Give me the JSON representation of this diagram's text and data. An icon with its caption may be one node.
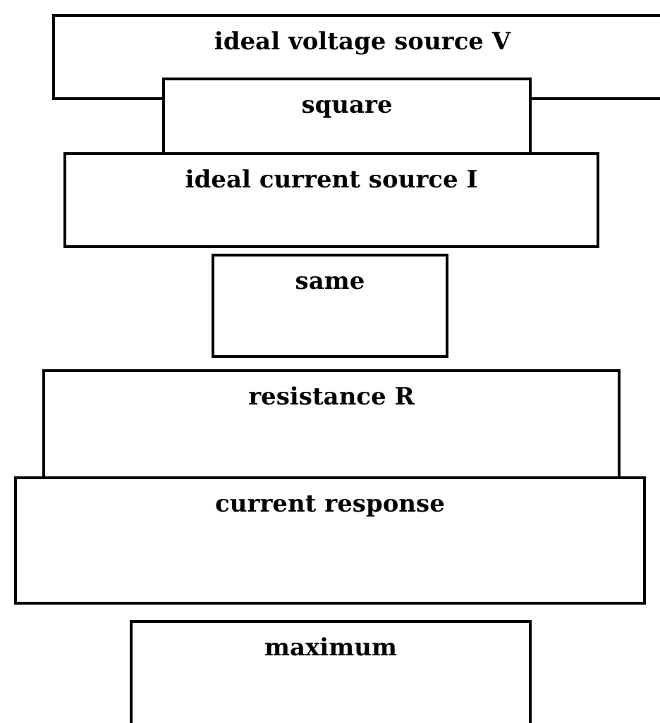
{
  "diagram": {
    "nodes": [
      {
        "text": [
          "ideal voltage source V"
        ]
      },
      {
        "text": [
          "square"
        ]
      },
      {
        "text": [
          "ideal current source I"
        ]
      },
      {
        "text": [
          "same"
        ]
      },
      {
        "text": [
          "resistance R"
        ]
      },
      {
        "text": [
          "current response"
        ]
      },
      {
        "text": [
          "maximum"
        ]
      }
    ]
  }
}
